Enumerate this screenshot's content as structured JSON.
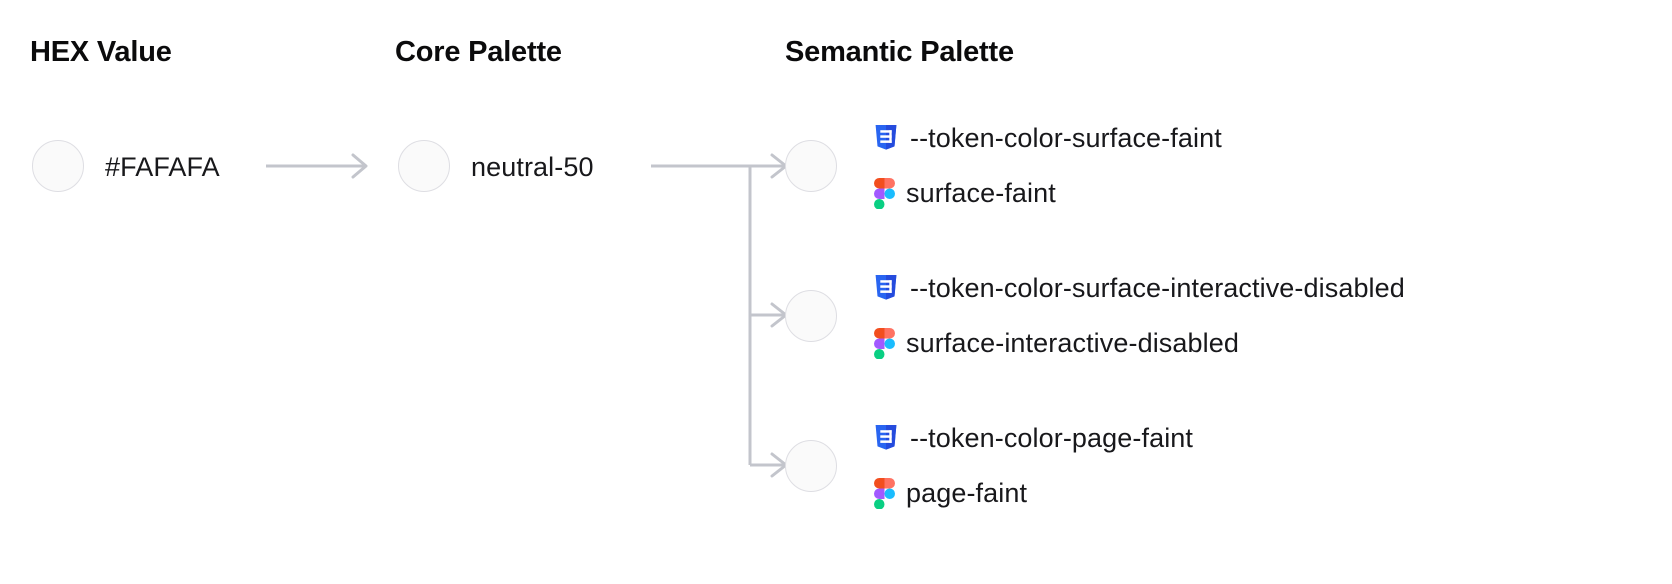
{
  "columns": {
    "hex": {
      "header": "HEX Value"
    },
    "core": {
      "header": "Core Palette"
    },
    "semantic": {
      "header": "Semantic Palette"
    }
  },
  "hex_entry": {
    "value": "#FAFAFA",
    "swatch_color": "#FAFAFA",
    "swatch_border": "#DEDEE3"
  },
  "core_entry": {
    "value": "neutral-50",
    "swatch_color": "#FAFAFA",
    "swatch_border": "#DEDEE3"
  },
  "semantic_entries": [
    {
      "css_token": "--token-color-surface-faint",
      "figma_token": "surface-faint",
      "swatch_color": "#FAFAFA",
      "swatch_border": "#DEDEE3",
      "css_icon": "css3-icon",
      "figma_icon": "figma-icon"
    },
    {
      "css_token": "--token-color-surface-interactive-disabled",
      "figma_token": "surface-interactive-disabled",
      "swatch_color": "#FAFAFA",
      "swatch_border": "#DEDEE3",
      "css_icon": "css3-icon",
      "figma_icon": "figma-icon"
    },
    {
      "css_token": "--token-color-page-faint",
      "figma_token": "page-faint",
      "swatch_color": "#FAFAFA",
      "swatch_border": "#DEDEE3",
      "css_icon": "css3-icon",
      "figma_icon": "figma-icon"
    }
  ],
  "connector": {
    "color": "#C3C5CC",
    "stroke_width": 3,
    "arrow_name": "arrow-right"
  },
  "brand_colors": {
    "css3_shield": "#2965F1",
    "css3_shield_dark": "#254BDD",
    "css3_glyph": "#FFFFFF",
    "figma_orange": "#F24E1E",
    "figma_purple": "#A259FF",
    "figma_blue": "#1ABCFE",
    "figma_green": "#0ACF83",
    "figma_red": "#FF7262",
    "text": "#18181B",
    "heading": "#0B0B0C",
    "background": "#FFFFFF"
  }
}
